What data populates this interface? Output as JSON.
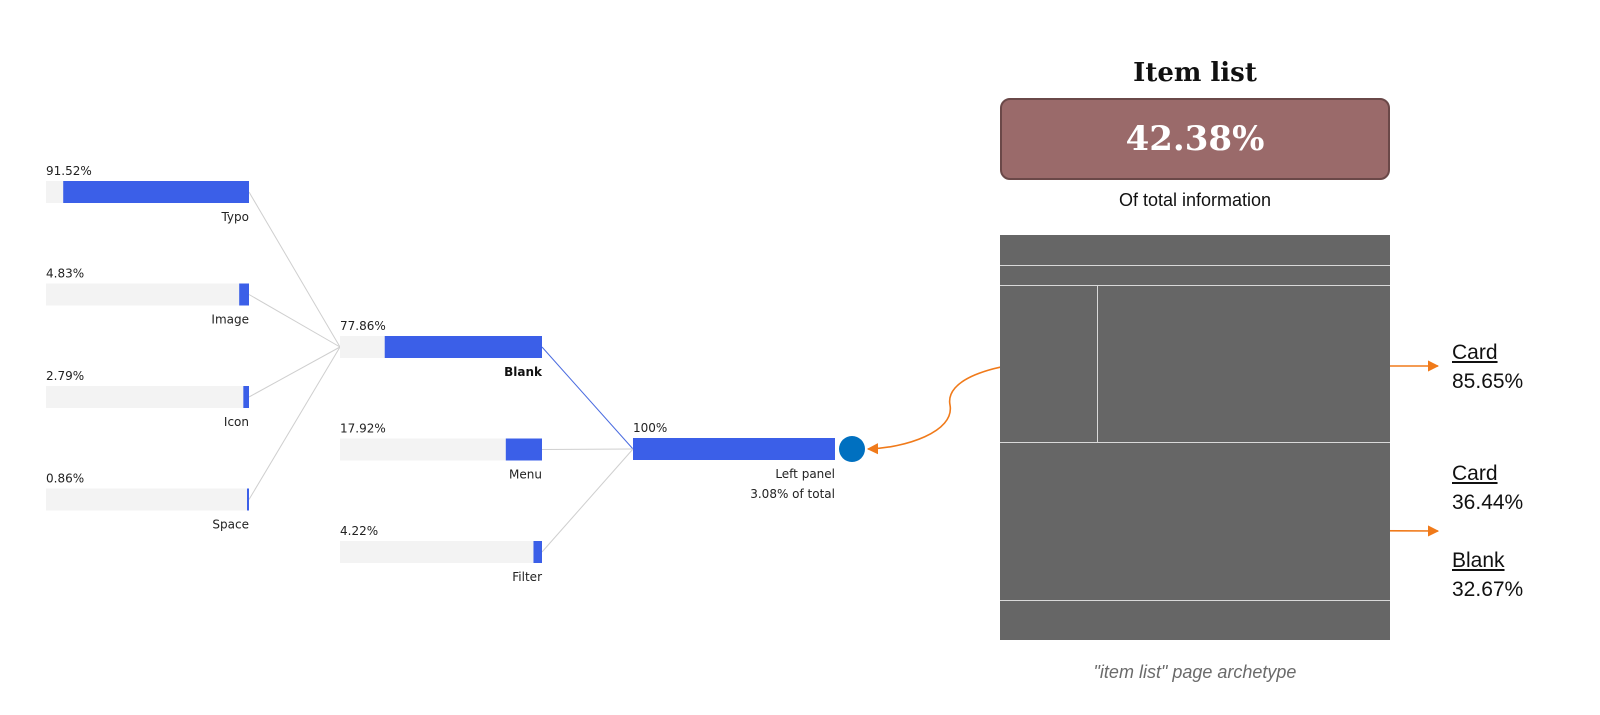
{
  "tree": {
    "level1": [
      {
        "pct": "91.52%",
        "label": "Typo",
        "value": 91.52
      },
      {
        "pct": "4.83%",
        "label": "Image",
        "value": 4.83
      },
      {
        "pct": "2.79%",
        "label": "Icon",
        "value": 2.79
      },
      {
        "pct": "0.86%",
        "label": "Space",
        "value": 0.86
      }
    ],
    "level2": [
      {
        "pct": "77.86%",
        "label": "Blank",
        "value": 77.86,
        "bold": true
      },
      {
        "pct": "17.92%",
        "label": "Menu",
        "value": 17.92
      },
      {
        "pct": "4.22%",
        "label": "Filter",
        "value": 4.22
      }
    ],
    "root": {
      "pct": "100%",
      "label": "Left panel",
      "sub": "3.08% of total",
      "value": 100
    }
  },
  "summary": {
    "title": "Item list",
    "value": "42.38%",
    "subtitle": "Of total information",
    "box_color": "#9a6a6a"
  },
  "callouts": [
    {
      "name": "Card",
      "value": "85.65%"
    },
    {
      "name": "Card",
      "value": "36.44%"
    },
    {
      "name": "Blank",
      "value": "32.67%"
    }
  ],
  "caption": "\"item list\" page archetype",
  "colors": {
    "bar": "#3b5fe8",
    "track": "#f3f3f3",
    "node": "#0070c0",
    "marker": "#f07a1a",
    "wireframe": "#666666"
  }
}
